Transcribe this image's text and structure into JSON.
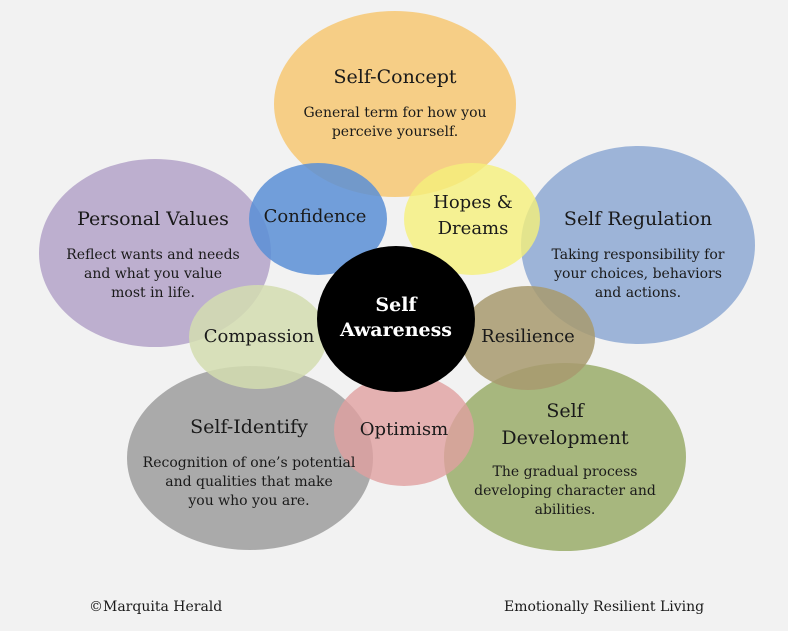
{
  "colors": {
    "background": "#f2f2f2",
    "self_concept": "#f7c873",
    "self_regulation": "#8ea9d3",
    "self_development": "#9aad6a",
    "self_identify": "#9e9e9e",
    "personal_values": "#b4a3c9",
    "confidence": "#5b8fd6",
    "hopes_dreams": "#f5f07a",
    "resilience": "#a89a6e",
    "optimism": "#e0a0a0",
    "compassion": "#d3ddb0",
    "center": "#000000"
  },
  "center": {
    "line1": "Self",
    "line2": "Awareness"
  },
  "outer": {
    "self_concept": {
      "title": "Self-Concept",
      "desc_line1": "General  term for how you",
      "desc_line2": "perceive yourself."
    },
    "self_regulation": {
      "title": "Self Regulation",
      "desc_line1": "Taking responsibility for",
      "desc_line2": "your choices, behaviors",
      "desc_line3": "and actions."
    },
    "self_development": {
      "title_line1": "Self",
      "title_line2": "Development",
      "desc_line1": "The gradual process",
      "desc_line2": "developing character and",
      "desc_line3": "abilities."
    },
    "self_identify": {
      "title": "Self-Identify",
      "desc_line1": "Recognition of one’s potential",
      "desc_line2": "and qualities that make",
      "desc_line3": "you who you are."
    },
    "personal_values": {
      "title": "Personal Values",
      "desc_line1": "Reflect wants and needs",
      "desc_line2": "and what you value",
      "desc_line3": "most in life."
    }
  },
  "inner": {
    "confidence": "Confidence",
    "hopes_dreams_line1": "Hopes &",
    "hopes_dreams_line2": "Dreams",
    "resilience": "Resilience",
    "optimism": "Optimism",
    "compassion": "Compassion"
  },
  "footer": {
    "left": "©Marquita Herald",
    "right": "Emotionally Resilient Living"
  }
}
